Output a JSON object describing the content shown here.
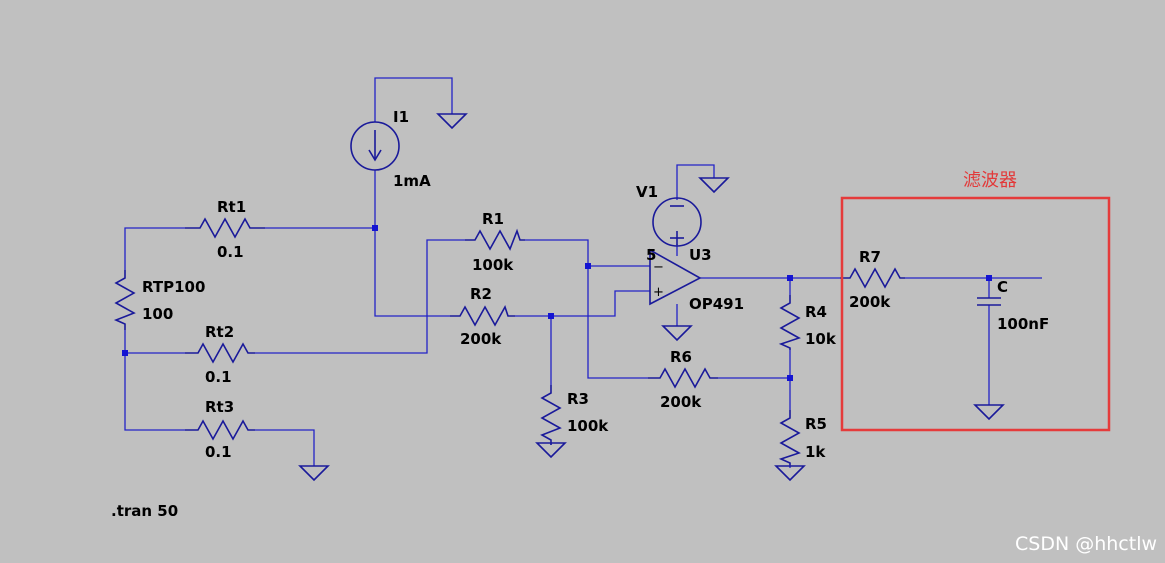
{
  "components": {
    "i1": {
      "name": "I1",
      "value": "1mA"
    },
    "v1": {
      "name": "V1"
    },
    "u3": {
      "name": "U3",
      "model": "OP491",
      "pin": "5"
    },
    "rt1": {
      "name": "Rt1",
      "value": "0.1"
    },
    "rt2": {
      "name": "Rt2",
      "value": "0.1"
    },
    "rt3": {
      "name": "Rt3",
      "value": "0.1"
    },
    "rtp100": {
      "name": "RTP100",
      "value": "100"
    },
    "r1": {
      "name": "R1",
      "value": "100k"
    },
    "r2": {
      "name": "R2",
      "value": "200k"
    },
    "r3": {
      "name": "R3",
      "value": "100k"
    },
    "r4": {
      "name": "R4",
      "value": "10k"
    },
    "r5": {
      "name": "R5",
      "value": "1k"
    },
    "r6": {
      "name": "R6",
      "value": "200k"
    },
    "r7": {
      "name": "R7",
      "value": "200k"
    },
    "c": {
      "name": "C",
      "value": "100nF"
    }
  },
  "opamp_pins": {
    "minus": "−",
    "plus": "+"
  },
  "directive": ".tran 50",
  "filter_box_label": "滤波器",
  "watermark": "CSDN @hhctlw",
  "colors": {
    "background": "#c0c0c0",
    "wire": "#2323c6",
    "highlight": "#e53b3b"
  }
}
